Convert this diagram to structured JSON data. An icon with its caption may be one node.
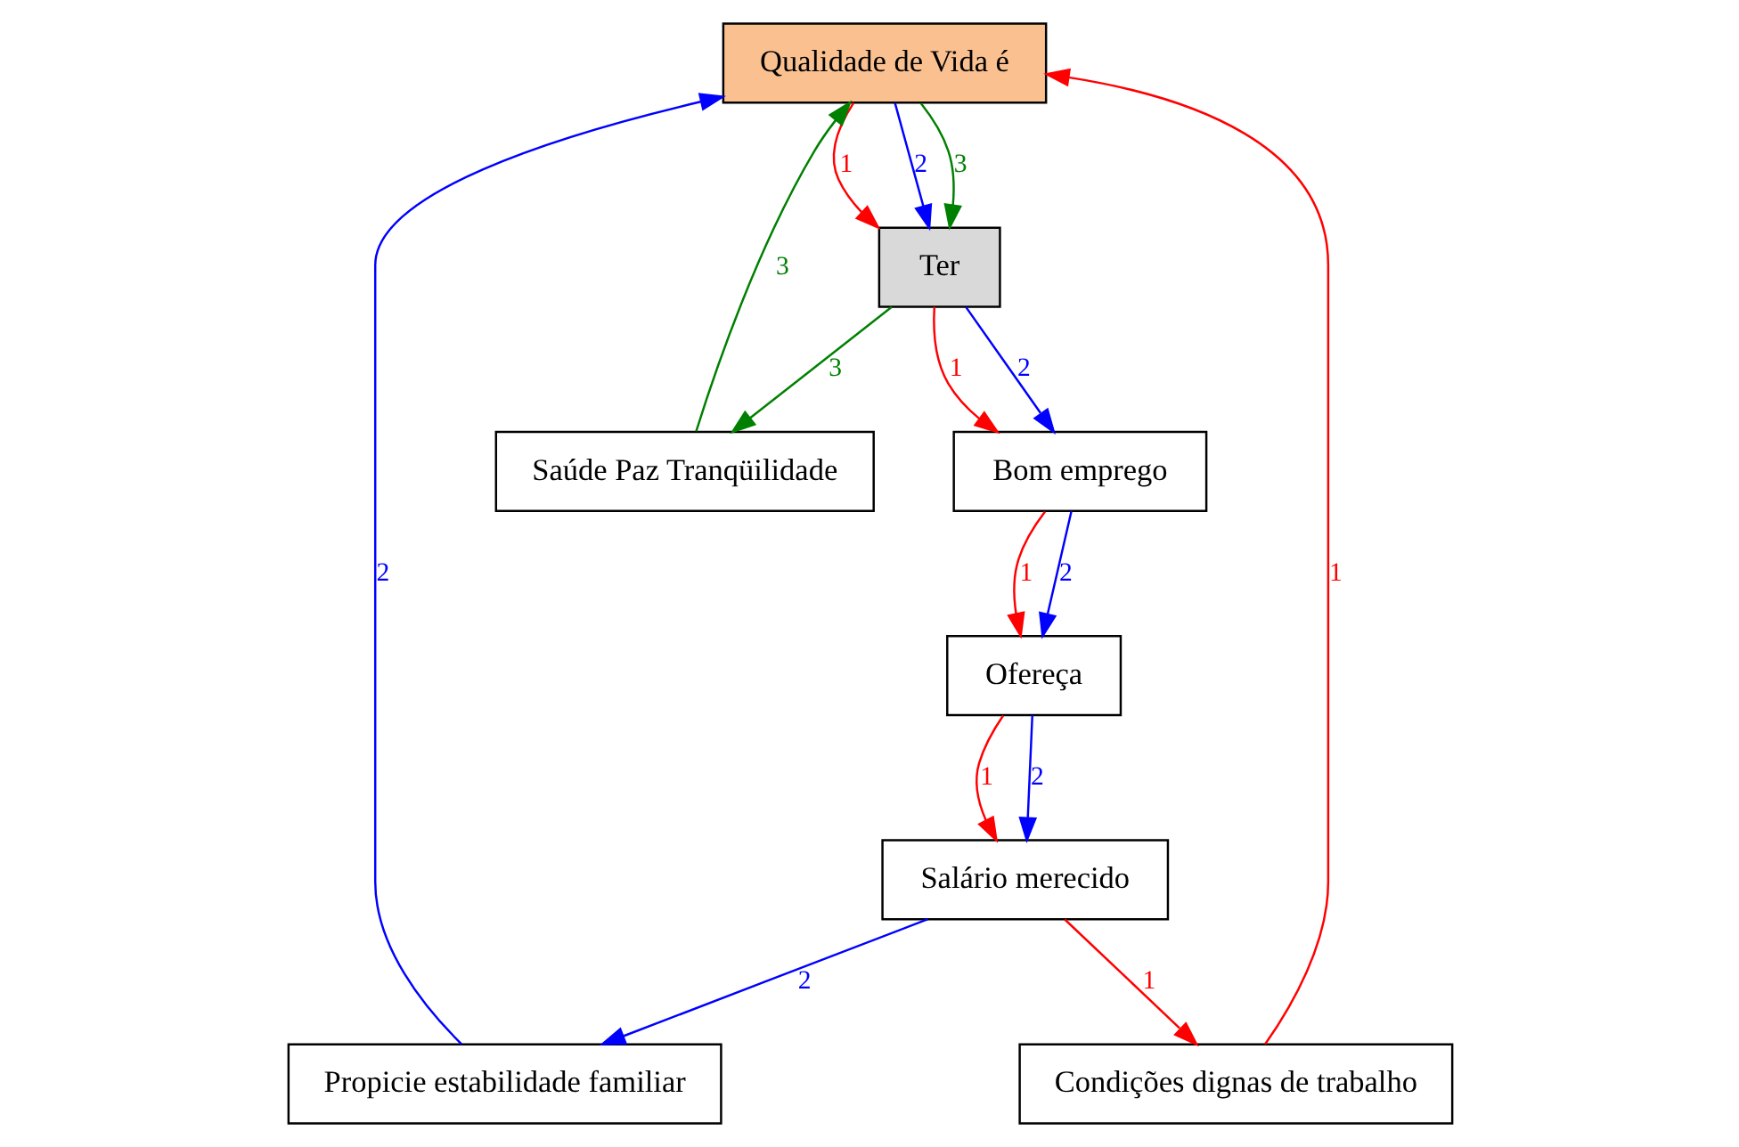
{
  "diagram": {
    "nodes": [
      {
        "text": [
          "Qualidade de Vida é"
        ]
      },
      {
        "text": [
          "Ter"
        ]
      },
      {
        "text": [
          "Bom emprego"
        ]
      },
      {
        "text": [
          "Saúde Paz Tranqüilidade"
        ]
      },
      {
        "text": [
          "Ofereça"
        ]
      },
      {
        "text": [
          "Salário merecido"
        ]
      },
      {
        "text": [
          "Propicie estabilidade familiar"
        ]
      },
      {
        "text": [
          "Condições dignas de trabalho"
        ]
      }
    ],
    "edges": [
      {
        "from": 0,
        "to": 1,
        "arrow": "to",
        "label": "1",
        "color": "#ff0000"
      },
      {
        "from": 0,
        "to": 1,
        "arrow": "to",
        "label": "2",
        "color": "#0000ff"
      },
      {
        "from": 0,
        "to": 1,
        "arrow": "to",
        "label": "3",
        "color": "#008000"
      },
      {
        "from": 1,
        "to": 2,
        "arrow": "to",
        "label": "1",
        "color": "#ff0000"
      },
      {
        "from": 1,
        "to": 2,
        "arrow": "to",
        "label": "2",
        "color": "#0000ff"
      },
      {
        "from": 1,
        "to": 3,
        "arrow": "to",
        "label": "3",
        "color": "#008000"
      },
      {
        "from": 3,
        "to": 0,
        "arrow": "to",
        "label": "3",
        "color": "#008000"
      },
      {
        "from": 2,
        "to": 4,
        "arrow": "to",
        "label": "1",
        "color": "#ff0000"
      },
      {
        "from": 2,
        "to": 4,
        "arrow": "to",
        "label": "2",
        "color": "#0000ff"
      },
      {
        "from": 4,
        "to": 5,
        "arrow": "to",
        "label": "1",
        "color": "#ff0000"
      },
      {
        "from": 4,
        "to": 5,
        "arrow": "to",
        "label": "2",
        "color": "#0000ff"
      },
      {
        "from": 5,
        "to": 6,
        "arrow": "to",
        "label": "2",
        "color": "#0000ff"
      },
      {
        "from": 5,
        "to": 7,
        "arrow": "to",
        "label": "1",
        "color": "#ff0000"
      },
      {
        "from": 7,
        "to": 0,
        "arrow": "to",
        "label": "1",
        "color": "#ff0000"
      },
      {
        "from": 6,
        "to": 0,
        "arrow": "to",
        "label": "2",
        "color": "#0000ff"
      }
    ]
  }
}
